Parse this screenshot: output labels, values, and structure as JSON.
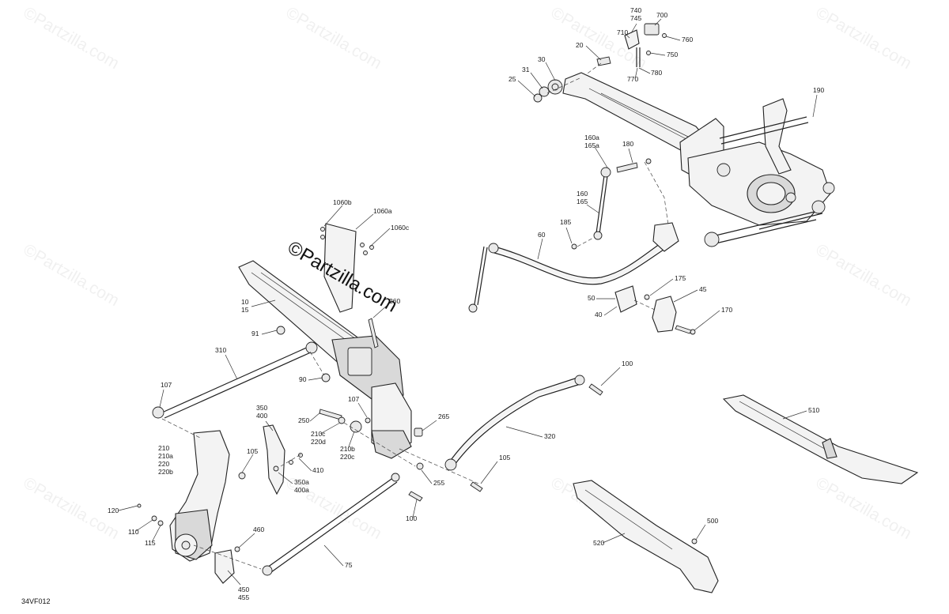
{
  "diagram": {
    "code": "34VF012",
    "watermark": "©Partzilla.com",
    "watermark_center": "©Partzilla.com",
    "callouts": {
      "c740_745": [
        "740",
        "745"
      ],
      "c700": "700",
      "c710": "710",
      "c760": "760",
      "c20": "20",
      "c750": "750",
      "c30": "30",
      "c31": "31",
      "c770": "770",
      "c780": "780",
      "c25": "25",
      "c190": "190",
      "c160a_165a": [
        "160a",
        "165a"
      ],
      "c180": "180",
      "c160_165": [
        "160",
        "165"
      ],
      "c185": "185",
      "c60": "60",
      "c175": "175",
      "c45": "45",
      "c50": "50",
      "c40": "40",
      "c170": "170",
      "c1060b": "1060b",
      "c1060a": "1060a",
      "c1060c": "1060c",
      "c10_15": [
        "10",
        "15"
      ],
      "c260": "260",
      "c91": "91",
      "c310": "310",
      "c90": "90",
      "c100_top": "100",
      "c107_left": "107",
      "c107_mid": "107",
      "c350_400": [
        "350",
        "400"
      ],
      "c250": "250",
      "c265": "265",
      "c210c_220d": [
        "210c",
        "220d"
      ],
      "c210b_220c": [
        "210b",
        "220c"
      ],
      "c320": "320",
      "c510": "510",
      "c210_group": [
        "210",
        "210a",
        "220",
        "220b"
      ],
      "c105_left": "105",
      "c410": "410",
      "c350a_400a": [
        "350a",
        "400a"
      ],
      "c105_right": "105",
      "c255": "255",
      "c120": "120",
      "c110": "110",
      "c115": "115",
      "c100_bottom": "100",
      "c460": "460",
      "c500": "500",
      "c520": "520",
      "c75": "75",
      "c450_455": [
        "450",
        "455"
      ]
    }
  }
}
